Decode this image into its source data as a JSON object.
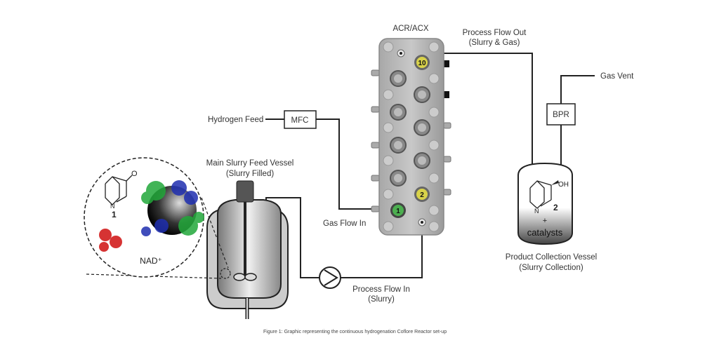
{
  "labels": {
    "reactor_title": "ACR/ACX",
    "process_flow_out_1": "Process Flow Out",
    "process_flow_out_2": "(Slurry & Gas)",
    "gas_vent": "Gas Vent",
    "bpr": "BPR",
    "hydrogen_feed": "Hydrogen Feed",
    "mfc": "MFC",
    "gas_flow_in": "Gas Flow In",
    "feed_vessel_1": "Main Slurry Feed Vessel",
    "feed_vessel_2": "(Slurry Filled)",
    "process_flow_in_1": "Process Flow In",
    "process_flow_in_2": "(Slurry)",
    "collection_vessel_1": "Product Collection Vessel",
    "collection_vessel_2": "(Slurry Collection)",
    "compound_1": "1",
    "compound_2": "2",
    "plus": "+",
    "catalysts": "catalysts",
    "nad": "NAD⁺",
    "ketone_o": "O",
    "n_atom": "N",
    "oh": "OH",
    "stage_10": "10",
    "stage_2": "2",
    "stage_1": "1"
  },
  "caption": "Figure 1: Graphic representing the continuous hydrogenation Coflore Reactor set-up",
  "colors": {
    "stage_yellow": "#d8d24a",
    "stage_green": "#4caf50",
    "line": "#222222",
    "enzyme_red": "#d01010",
    "enzyme_green": "#22a83a",
    "enzyme_blue": "#1f2fb0"
  }
}
